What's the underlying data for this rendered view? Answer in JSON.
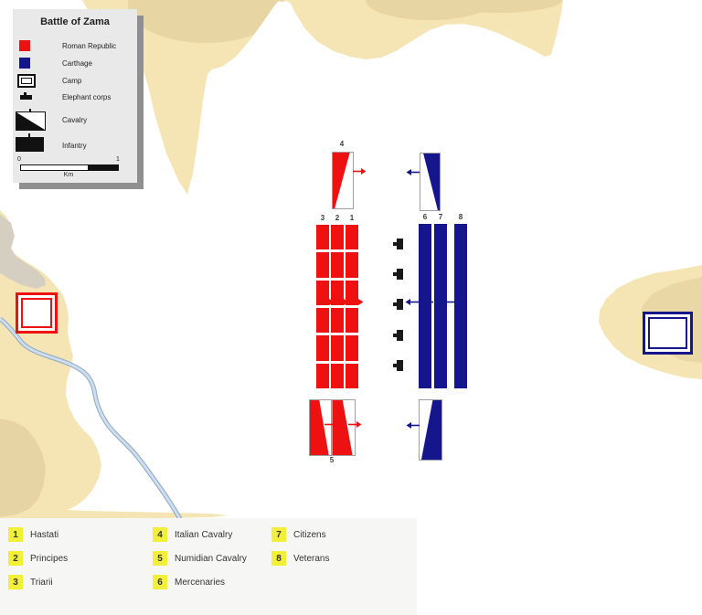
{
  "legend": {
    "title": "Battle of Zama",
    "items": [
      {
        "name": "roman-republic",
        "label": "Roman Republic"
      },
      {
        "name": "carthage",
        "label": "Carthage"
      },
      {
        "name": "camp",
        "label": "Camp"
      },
      {
        "name": "elephant-corps",
        "label": "Elephant corps"
      },
      {
        "name": "cavalry",
        "label": "Cavalry"
      },
      {
        "name": "infantry",
        "label": "Infantry"
      }
    ],
    "scale": {
      "start": "0",
      "end": "1",
      "unit": "Km"
    }
  },
  "units": {
    "roman_cavalry_top": {
      "label": "4"
    },
    "roman_cavalry_bottom": {
      "label": "5"
    },
    "roman_columns": [
      {
        "label": "3"
      },
      {
        "label": "2"
      },
      {
        "label": "1"
      }
    ],
    "carthage_columns": [
      {
        "label": "6"
      },
      {
        "label": "7"
      },
      {
        "label": "8"
      }
    ],
    "elephant_corps_count": 5
  },
  "unit_key": [
    {
      "number": "1",
      "label": "Hastati"
    },
    {
      "number": "2",
      "label": "Principes"
    },
    {
      "number": "3",
      "label": "Triarii"
    },
    {
      "number": "4",
      "label": "Italian Cavalry"
    },
    {
      "number": "5",
      "label": "Numidian Cavalry"
    },
    {
      "number": "6",
      "label": "Mercenaries"
    },
    {
      "number": "7",
      "label": "Citizens"
    },
    {
      "number": "8",
      "label": "Veterans"
    }
  ],
  "colors": {
    "roman": "#ee1111",
    "carthage": "#16168c",
    "terrain": "#f6e5b4",
    "terrain_dark": "#e7d5a3",
    "terrain_gray": "#d5cfc2",
    "river_fill": "#cfdeee",
    "river_edge": "#8ba6c1",
    "key_highlight": "#f2ef39"
  }
}
